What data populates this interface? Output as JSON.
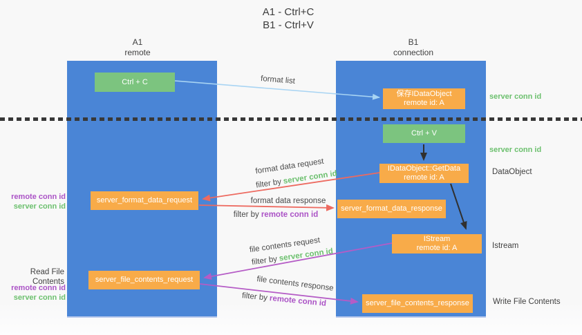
{
  "title": {
    "line1": "A1 - Ctrl+C",
    "line2": "B1 - Ctrl+V"
  },
  "lanes": {
    "a": {
      "title": "A1",
      "subtitle": "remote"
    },
    "b": {
      "title": "B1",
      "subtitle": "connection"
    }
  },
  "nodes": {
    "ctrl_c": {
      "label": "Ctrl + C"
    },
    "ctrl_v": {
      "label": "Ctrl + V"
    },
    "save_idataobject": {
      "line1": "保存IDataObject",
      "line2": "remote id: A"
    },
    "idataobject_getdata": {
      "line1": "IDataObject::GetData",
      "line2": "remote id: A"
    },
    "istream": {
      "line1": "IStream",
      "line2": "remote id: A"
    },
    "server_format_data_request": {
      "label": "server_format_data_request"
    },
    "server_format_data_response": {
      "label": "server_format_data_response"
    },
    "server_file_contents_request": {
      "label": "server_file_contents_request"
    },
    "server_file_contents_response": {
      "label": "server_file_contents_response"
    }
  },
  "left_labels": {
    "group1": {
      "remote_conn_id": "remote conn id",
      "server_conn_id": "server conn id"
    },
    "read_file_contents": "Read File Contents",
    "group2": {
      "remote_conn_id": "remote conn id",
      "server_conn_id": "server conn id"
    }
  },
  "right_labels": {
    "server_conn_id_top": "server conn id",
    "server_conn_id_mid": "server conn id",
    "dataobject": "DataObject",
    "istream": "Istream",
    "write_file_contents": "Write File Contents"
  },
  "arrows": {
    "format_list": {
      "label": "format list"
    },
    "format_data_request": {
      "label": "format data request",
      "filter_prefix": "filter by",
      "filter_value": "server conn id"
    },
    "format_data_response": {
      "label": "format data response",
      "filter_prefix": "filter by",
      "filter_value": "remote conn id"
    },
    "file_contents_request": {
      "label": "file contents request",
      "filter_prefix": "filter by",
      "filter_value": "server conn id"
    },
    "file_contents_response": {
      "label": "file contents response",
      "filter_prefix": "filter by",
      "filter_value": "remote conn id"
    }
  },
  "colors": {
    "lane_blue": "#4a85d6",
    "box_green": "#7cc47f",
    "box_orange": "#f8ab49",
    "arrow_red": "#ed6a60",
    "arrow_purple": "#b55cc6",
    "arrow_light_blue": "#a8d4f3",
    "arrow_black": "#303030",
    "text_green": "#6cc06e",
    "text_purple": "#ab53c6",
    "text_dark": "#404040"
  }
}
